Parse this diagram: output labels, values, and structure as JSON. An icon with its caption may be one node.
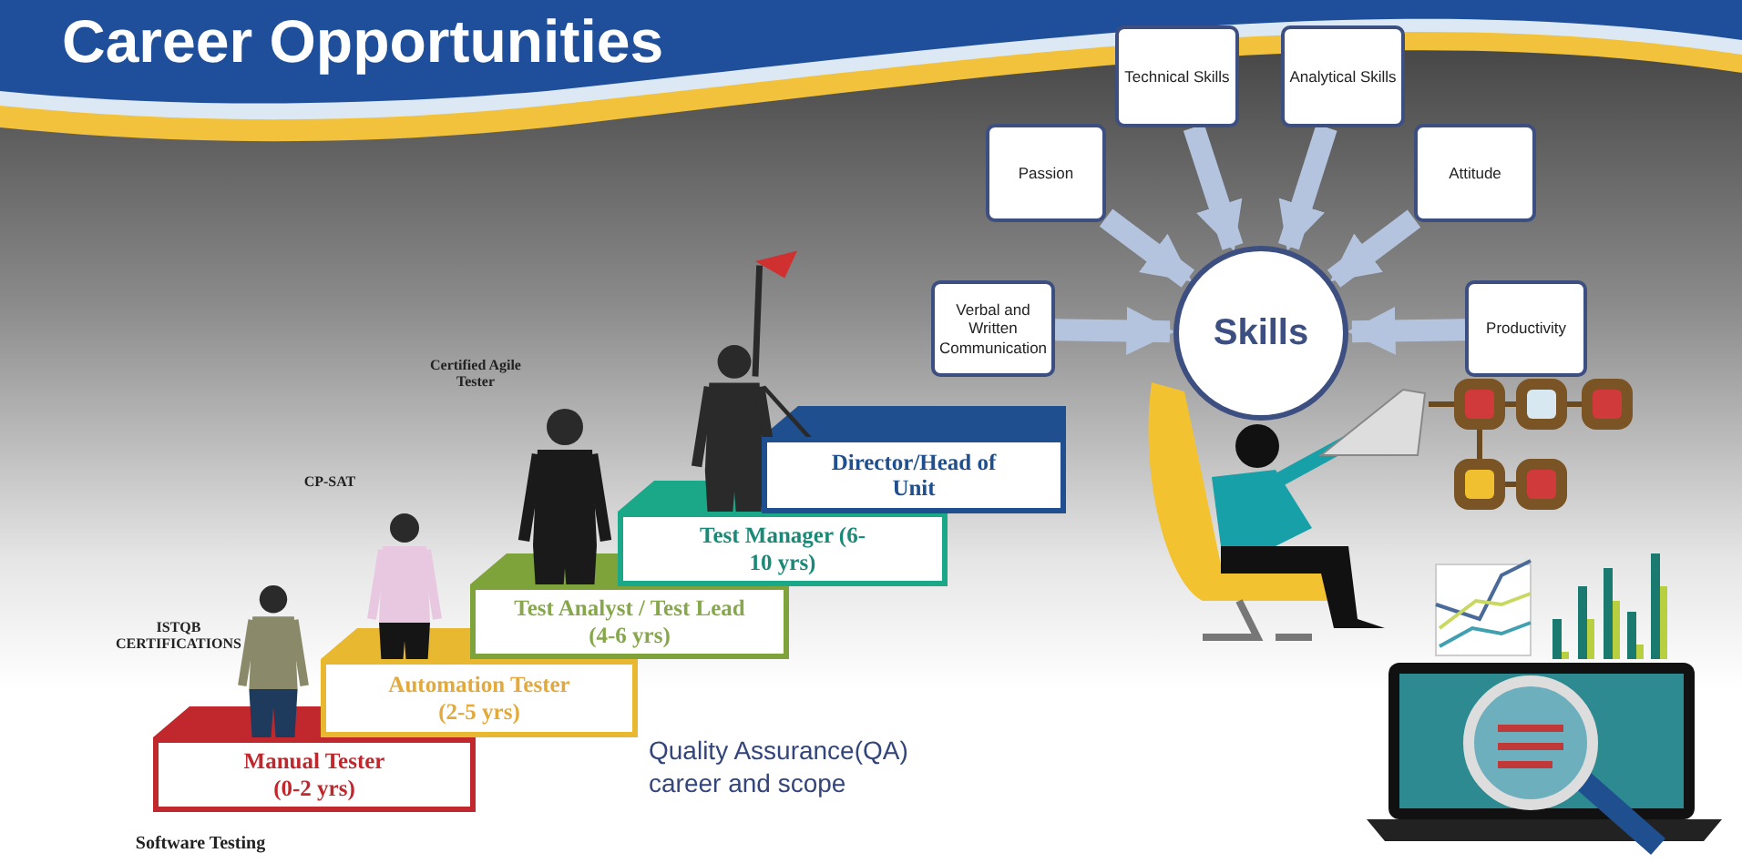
{
  "diagram": {
    "title": "Career Opportunities",
    "nodes": [
      {
        "text": [
          "Manual Tester (0-2 yrs)"
        ]
      },
      {
        "text": [
          "Automation Tester (2-5 yrs)"
        ]
      },
      {
        "text": [
          "Test Analyst / Test Lead (4-6 yrs)"
        ]
      },
      {
        "text": [
          "Test Manager (6-10 yrs)"
        ]
      },
      {
        "text": [
          "Director/Head of Unit"
        ]
      },
      {
        "text": [
          "Skills"
        ]
      },
      {
        "text": [
          "Passion"
        ]
      },
      {
        "text": [
          "Technical Skills"
        ]
      },
      {
        "text": [
          "Analytical Skills"
        ]
      },
      {
        "text": [
          "Attitude"
        ]
      },
      {
        "text": [
          "Verbal and Written Communication"
        ]
      },
      {
        "text": [
          "Productivity"
        ]
      }
    ],
    "edges": [
      {
        "from": 6,
        "to": 5,
        "arrow": "to"
      },
      {
        "from": 7,
        "to": 5,
        "arrow": "to"
      },
      {
        "from": 8,
        "to": 5,
        "arrow": "to"
      },
      {
        "from": 9,
        "to": 5,
        "arrow": "to"
      },
      {
        "from": 10,
        "to": 5,
        "arrow": "to"
      },
      {
        "from": 11,
        "to": 5,
        "arrow": "to"
      }
    ],
    "labels": [
      "Certified Agile Tester",
      "CP-SAT",
      "ISTQB CERTIFICATIONS",
      "Quality Assurance(QA) career and scope",
      "Software Testing"
    ]
  }
}
